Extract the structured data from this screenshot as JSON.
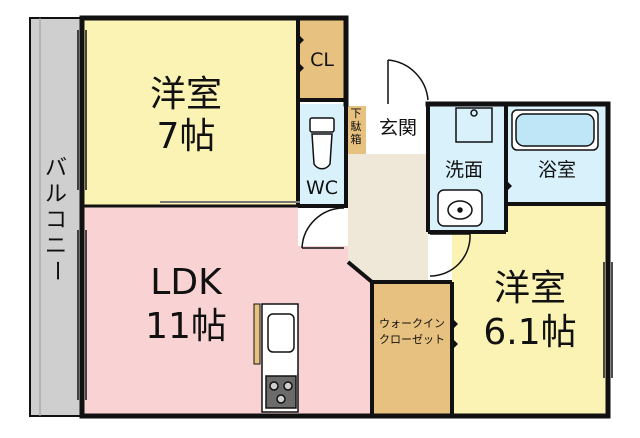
{
  "rooms": {
    "western_7": {
      "name": "洋室",
      "size": "7帖"
    },
    "ldk": {
      "name": "LDK",
      "size": "11帖"
    },
    "western_61": {
      "name": "洋室",
      "size": "6.1帖"
    },
    "closet": "CL",
    "wc": "WC",
    "entrance": "玄関",
    "shoe_box": [
      "下",
      "駄",
      "箱"
    ],
    "washroom": "洗面",
    "bath": "浴室",
    "walkin_closet": [
      "ウォークイン",
      "クローゼット"
    ],
    "balcony": [
      "バ",
      "ル",
      "コ",
      "ニ",
      "ー"
    ]
  },
  "colors": {
    "western_room": "#fbf3b4",
    "ldk": "#f9d3d4",
    "storage": "#e7c17f",
    "water_area": "#d8f1fb",
    "hall": "#efe8d8",
    "balcony": "#cfcfcf",
    "wall": "#111111"
  }
}
